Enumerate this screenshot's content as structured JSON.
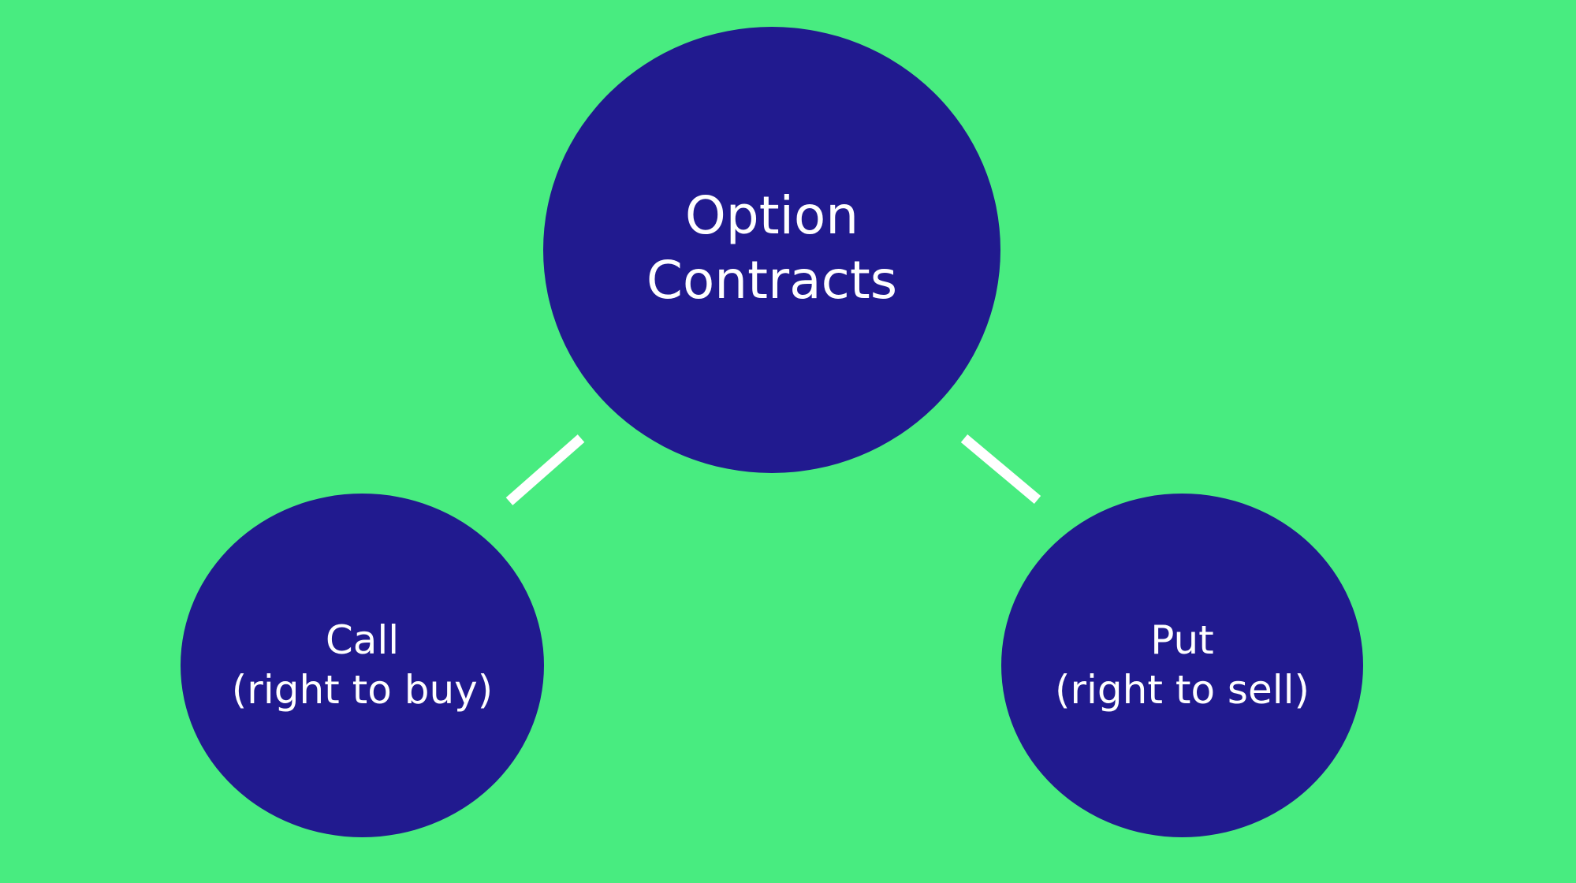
{
  "colors": {
    "background": "#48EC80",
    "node": "#211A8F",
    "text": "#FFFFFF",
    "connector": "#FFFFFF"
  },
  "root": {
    "lines": [
      "Option",
      "Contracts"
    ]
  },
  "children": [
    {
      "lines": [
        "Call",
        "(right to buy)"
      ]
    },
    {
      "lines": [
        "Put",
        "(right to sell)"
      ]
    }
  ]
}
